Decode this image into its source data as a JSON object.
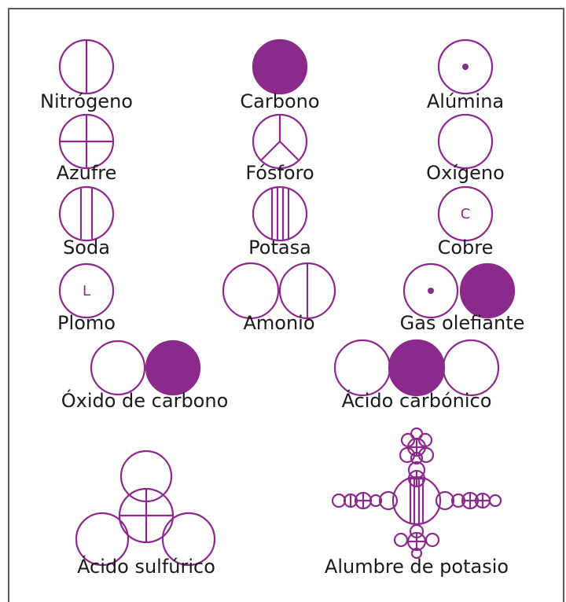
{
  "accent_color": "#8b2a8a",
  "symbols": [
    {
      "id": "nitrogeno",
      "label": "Nitrógeno"
    },
    {
      "id": "carbono",
      "label": "Carbono"
    },
    {
      "id": "alumina",
      "label": "Alúmina"
    },
    {
      "id": "azufre",
      "label": "Azufre"
    },
    {
      "id": "fosforo",
      "label": "Fósforo"
    },
    {
      "id": "oxigeno",
      "label": "Oxígeno"
    },
    {
      "id": "soda",
      "label": "Soda"
    },
    {
      "id": "potasa",
      "label": "Potasa"
    },
    {
      "id": "cobre",
      "label": "Cobre",
      "letter": "C"
    },
    {
      "id": "plomo",
      "label": "Plomo",
      "letter": "L"
    },
    {
      "id": "amonio",
      "label": "Amonio"
    },
    {
      "id": "gas-olefiante",
      "label": "Gas olefiante"
    },
    {
      "id": "oxido-de-carbono",
      "label": "Óxido de carbono"
    },
    {
      "id": "acido-carbonico",
      "label": "Ácido carbónico"
    },
    {
      "id": "acido-sulfurico",
      "label": "Ácido sulfúrico"
    },
    {
      "id": "alumbre-de-potasio",
      "label": "Alumbre de potasio"
    }
  ]
}
